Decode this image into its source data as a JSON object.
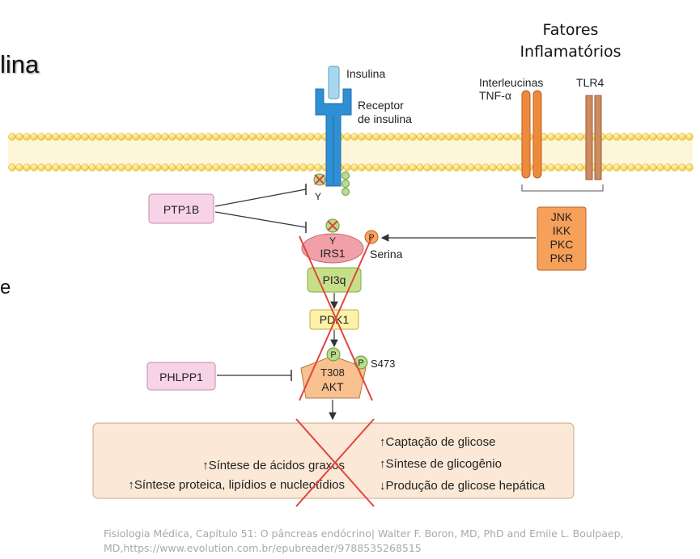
{
  "title_fragment": "lina",
  "side_fragment": "e",
  "fatores": {
    "line1": "Fatores",
    "line2": "Inflamatórios"
  },
  "labels": {
    "insulina": "Insulina",
    "receptor_line1": "Receptor",
    "receptor_line2": "de insulina",
    "interleucinas": "Interleucinas",
    "tnf": "TNF-α",
    "tlr4": "TLR4",
    "y_receptor": "Y",
    "y_irs": "Y",
    "serina": "Serina",
    "s473": "S473",
    "p": "P"
  },
  "boxes": {
    "ptp1b": "PTP1B",
    "irs1": "IRS1",
    "pi3q": "PI3q",
    "pdk1": "PDK1",
    "phlpp1": "PHLPP1",
    "t308": "T308",
    "akt": "AKT",
    "kinases": [
      "JNK",
      "IKK",
      "PKC",
      "PKR"
    ]
  },
  "effects": {
    "left": [
      "↑Síntese de ácidos graxos",
      "↑Síntese proteica, lipídios e nucleotídios"
    ],
    "right": [
      "↑Captação de glicose",
      "↑Síntese de glicogênio",
      "↓Produção de glicose hepática"
    ]
  },
  "colors": {
    "membrane": "#f6d45a",
    "receptor": "#2f8fd4",
    "insulin": "#a8d8f0",
    "interleukin": "#ee8a3c",
    "tlr4": "#cf8a5e",
    "ptp_box": "#f6d3e6",
    "irs": "#f2a0a8",
    "pi3": "#c6e08a",
    "pdk": "#fdf2a8",
    "akt": "#f9c090",
    "kinase_box": "#f6a05a",
    "effects_box": "#fbe8d6",
    "cross": "#e0463e"
  },
  "caption": {
    "line1": "Fisiologia Médica, Capítulo 51: O pâncreas endócrino|  Walter F. Boron, MD, PhD and Emile L. Boulpaep,",
    "line2": "MD,https://www.evolution.com.br/epubreader/9788535268515"
  }
}
